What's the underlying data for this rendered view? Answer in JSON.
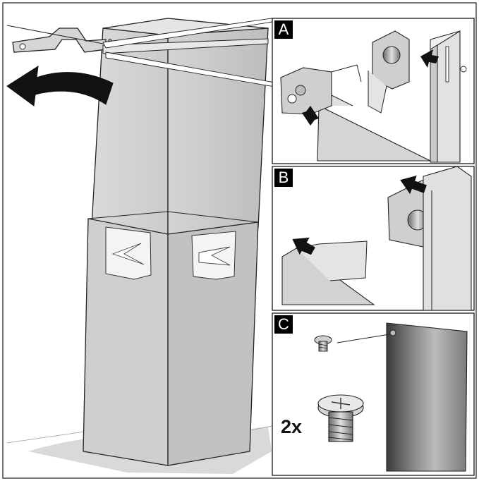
{
  "panels": [
    {
      "id": "A",
      "label": "A"
    },
    {
      "id": "B",
      "label": "B"
    },
    {
      "id": "C",
      "label": "C"
    }
  ],
  "screw_quantity": "2x",
  "colors": {
    "chimney_light": "#e2e2e2",
    "chimney_mid": "#cfcfcf",
    "chimney_dark": "#b5b5b5",
    "outline": "#222222",
    "arrow": "#111111",
    "frame": "#1a1a1a"
  }
}
